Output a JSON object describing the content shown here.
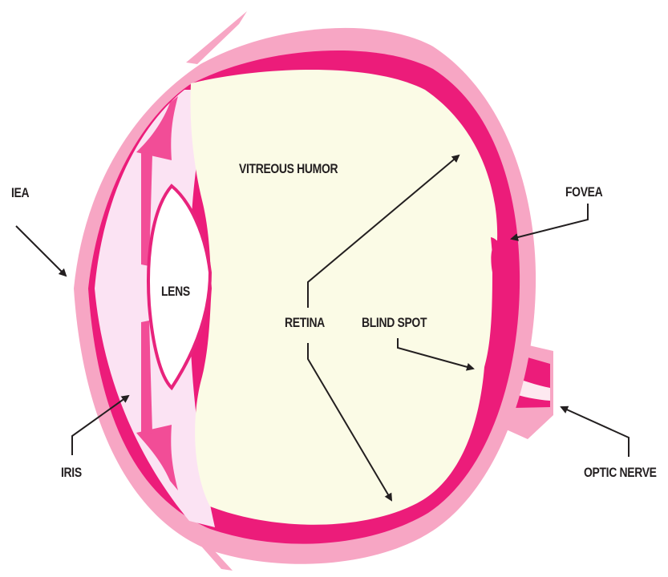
{
  "diagram": {
    "labels": {
      "cornea": "IEA",
      "iris": "IRIS",
      "lens": "LENS",
      "vitreous_humor": "VITREOUS HUMOR",
      "retina": "RETINA",
      "blind_spot": "BLIND SPOT",
      "fovea": "FOVEA",
      "optic_nerve": "OPTIC NERVE"
    }
  },
  "colors": {
    "outer_sclera": "#f7a6c4",
    "retina_layer": "#ec1c7a",
    "anterior_chamber": "#fbe3f3",
    "vitreous_fill": "#fbfbe6",
    "ciliary_body": "#f24d97",
    "lens_outline": "#e8237c",
    "lens_fill": "#ffffff",
    "label_text": "#231f20",
    "arrow": "#231f20"
  }
}
